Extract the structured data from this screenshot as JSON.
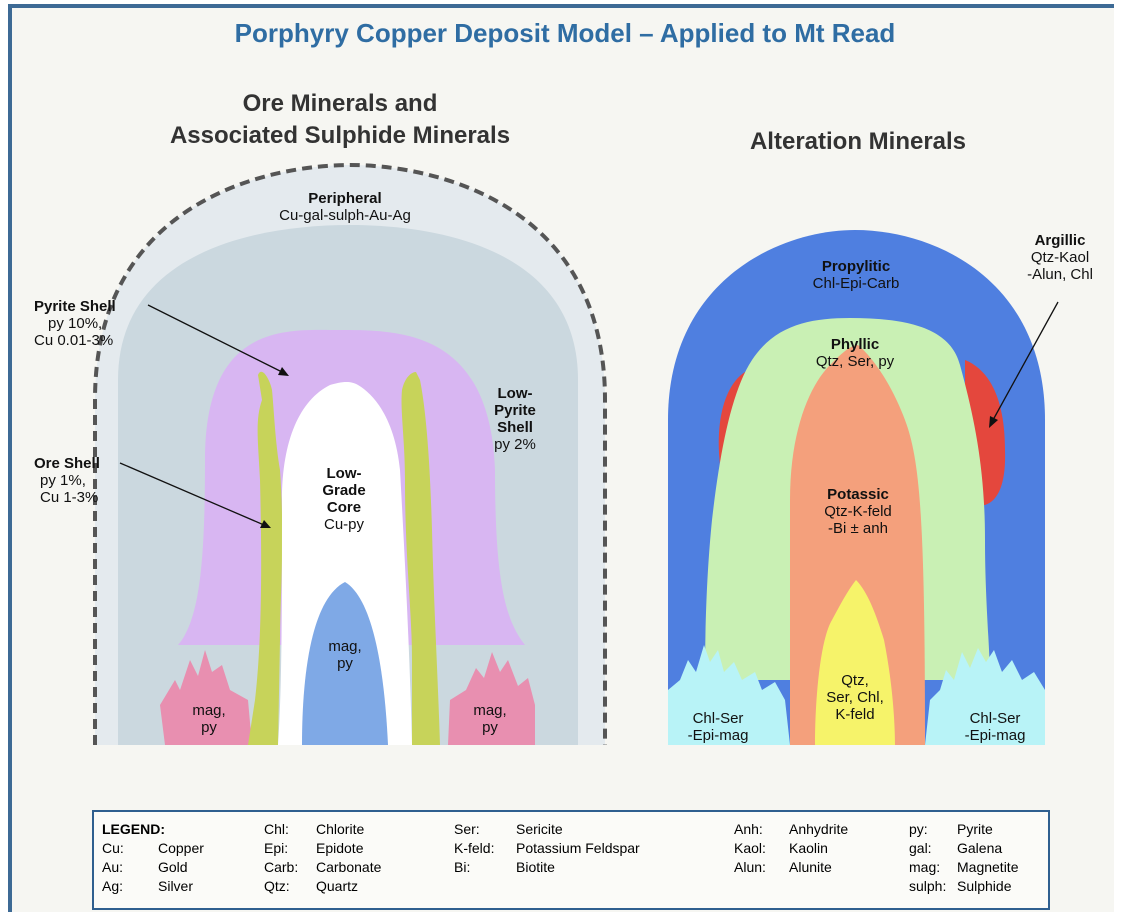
{
  "title": "Porphyry Copper Deposit Model – Applied to Mt Read",
  "left_heading": [
    "Ore Minerals and",
    "Associated Sulphide Minerals"
  ],
  "right_heading": "Alteration Minerals",
  "left_labels": {
    "peripheral": {
      "title": "Peripheral",
      "text": "Cu-gal-sulph-Au-Ag"
    },
    "pyrite_shell": {
      "title": "Pyrite Shell",
      "line1": "py 10%,",
      "line2": "Cu 0.01-3%"
    },
    "ore_shell": {
      "title": "Ore Shell",
      "line1": "py 1%,",
      "line2": "Cu 1-3%"
    },
    "low_pyrite": {
      "title1": "Low-",
      "title2": "Pyrite",
      "title3": "Shell",
      "text": "py 2%"
    },
    "core": {
      "title1": "Low-",
      "title2": "Grade",
      "title3": "Core",
      "text": "Cu-py"
    },
    "mag_center": {
      "line1": "mag,",
      "line2": "py"
    },
    "mag_left": {
      "line1": "mag,",
      "line2": "py"
    },
    "mag_right": {
      "line1": "mag,",
      "line2": "py"
    }
  },
  "right_labels": {
    "propylitic": {
      "title": "Propylitic",
      "text": "Chl-Epi-Carb"
    },
    "argillic": {
      "title": "Argillic",
      "line1": "Qtz-Kaol",
      "line2": "-Alun, Chl"
    },
    "phyllic": {
      "title": "Phyllic",
      "text": "Qtz, Ser, py"
    },
    "potassic": {
      "title": "Potassic",
      "line1": "Qtz-K-feld",
      "line2": "-Bi ± anh"
    },
    "inner": {
      "line1": "Qtz,",
      "line2": "Ser, Chl,",
      "line3": "K-feld"
    },
    "chl_left": {
      "line1": "Chl-Ser",
      "line2": "-Epi-mag"
    },
    "chl_right": {
      "line1": "Chl-Ser",
      "line2": "-Epi-mag"
    }
  },
  "legend": {
    "heading": "LEGEND:",
    "columns": [
      [
        {
          "abbr": "Cu:",
          "name": "Copper"
        },
        {
          "abbr": "Au:",
          "name": "Gold"
        },
        {
          "abbr": "Ag:",
          "name": "Silver"
        }
      ],
      [
        {
          "abbr": "Chl:",
          "name": "Chlorite"
        },
        {
          "abbr": "Epi:",
          "name": "Epidote"
        },
        {
          "abbr": "Carb:",
          "name": "Carbonate"
        },
        {
          "abbr": "Qtz:",
          "name": "Quartz"
        }
      ],
      [
        {
          "abbr": "Ser:",
          "name": "Sericite"
        },
        {
          "abbr": "K-feld:",
          "name": "Potassium Feldspar"
        },
        {
          "abbr": "Bi:",
          "name": "Biotite"
        }
      ],
      [
        {
          "abbr": "Anh:",
          "name": "Anhydrite"
        },
        {
          "abbr": "Kaol:",
          "name": "Kaolin"
        },
        {
          "abbr": "Alun:",
          "name": "Alunite"
        }
      ],
      [
        {
          "abbr": "py:",
          "name": "Pyrite"
        },
        {
          "abbr": "gal:",
          "name": "Galena"
        },
        {
          "abbr": "mag:",
          "name": "Magnetite"
        },
        {
          "abbr": "sulph:",
          "name": "Sulphide"
        }
      ]
    ]
  },
  "colors": {
    "title": "#2f6da3",
    "peripheral_zone": "#e4eaee",
    "low_pyrite_zone": "#cbd8df",
    "pyrite_shell": "#d8b6f2",
    "ore_shell": "#c7d35a",
    "mag_zone": "#e88fb0",
    "mag_core": "#7fa9e6",
    "propylitic": "#4f7fe0",
    "phyllic": "#c9f0b4",
    "potassic": "#f4a07c",
    "argillic": "#e4473d",
    "inner_core": "#f6f36a",
    "chl_ser": "#b8f3f7"
  }
}
